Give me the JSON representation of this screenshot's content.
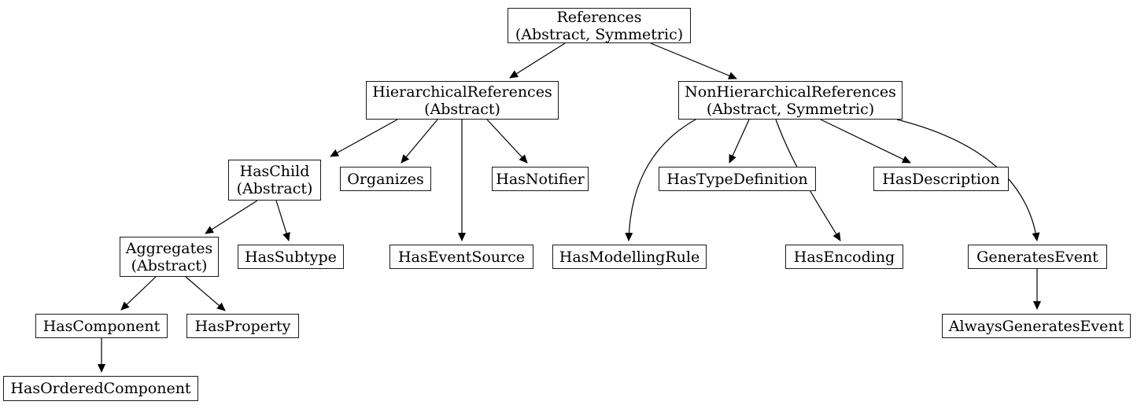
{
  "diagram": {
    "type": "hierarchy-graph",
    "nodes": {
      "references": {
        "name": "References",
        "annotation": "(Abstract, Symmetric)"
      },
      "hierarchical_references": {
        "name": "HierarchicalReferences",
        "annotation": "(Abstract)"
      },
      "non_hierarchical_references": {
        "name": "NonHierarchicalReferences",
        "annotation": "(Abstract, Symmetric)"
      },
      "has_child": {
        "name": "HasChild",
        "annotation": "(Abstract)"
      },
      "organizes": {
        "name": "Organizes"
      },
      "has_notifier": {
        "name": "HasNotifier"
      },
      "has_type_definition": {
        "name": "HasTypeDefinition"
      },
      "has_description": {
        "name": "HasDescription"
      },
      "aggregates": {
        "name": "Aggregates",
        "annotation": "(Abstract)"
      },
      "has_subtype": {
        "name": "HasSubtype"
      },
      "has_event_source": {
        "name": "HasEventSource"
      },
      "has_modelling_rule": {
        "name": "HasModellingRule"
      },
      "has_encoding": {
        "name": "HasEncoding"
      },
      "generates_event": {
        "name": "GeneratesEvent"
      },
      "has_component": {
        "name": "HasComponent"
      },
      "has_property": {
        "name": "HasProperty"
      },
      "always_generates_event": {
        "name": "AlwaysGeneratesEvent"
      },
      "has_ordered_component": {
        "name": "HasOrderedComponent"
      }
    },
    "edges": [
      {
        "from": "References",
        "to": "HierarchicalReferences"
      },
      {
        "from": "References",
        "to": "NonHierarchicalReferences"
      },
      {
        "from": "HierarchicalReferences",
        "to": "HasChild"
      },
      {
        "from": "HierarchicalReferences",
        "to": "Organizes"
      },
      {
        "from": "HierarchicalReferences",
        "to": "HasEventSource"
      },
      {
        "from": "HierarchicalReferences",
        "to": "HasNotifier"
      },
      {
        "from": "HasChild",
        "to": "Aggregates"
      },
      {
        "from": "HasChild",
        "to": "HasSubtype"
      },
      {
        "from": "Aggregates",
        "to": "HasComponent"
      },
      {
        "from": "Aggregates",
        "to": "HasProperty"
      },
      {
        "from": "HasComponent",
        "to": "HasOrderedComponent"
      },
      {
        "from": "NonHierarchicalReferences",
        "to": "HasModellingRule"
      },
      {
        "from": "NonHierarchicalReferences",
        "to": "HasTypeDefinition"
      },
      {
        "from": "NonHierarchicalReferences",
        "to": "HasEncoding"
      },
      {
        "from": "NonHierarchicalReferences",
        "to": "HasDescription"
      },
      {
        "from": "NonHierarchicalReferences",
        "to": "GeneratesEvent"
      },
      {
        "from": "GeneratesEvent",
        "to": "AlwaysGeneratesEvent"
      }
    ],
    "colors": {
      "background": "#ffffff",
      "node_fill": "#ffffff",
      "node_border": "#1a1a1a",
      "edge": "#000000",
      "text": "#000000"
    }
  }
}
